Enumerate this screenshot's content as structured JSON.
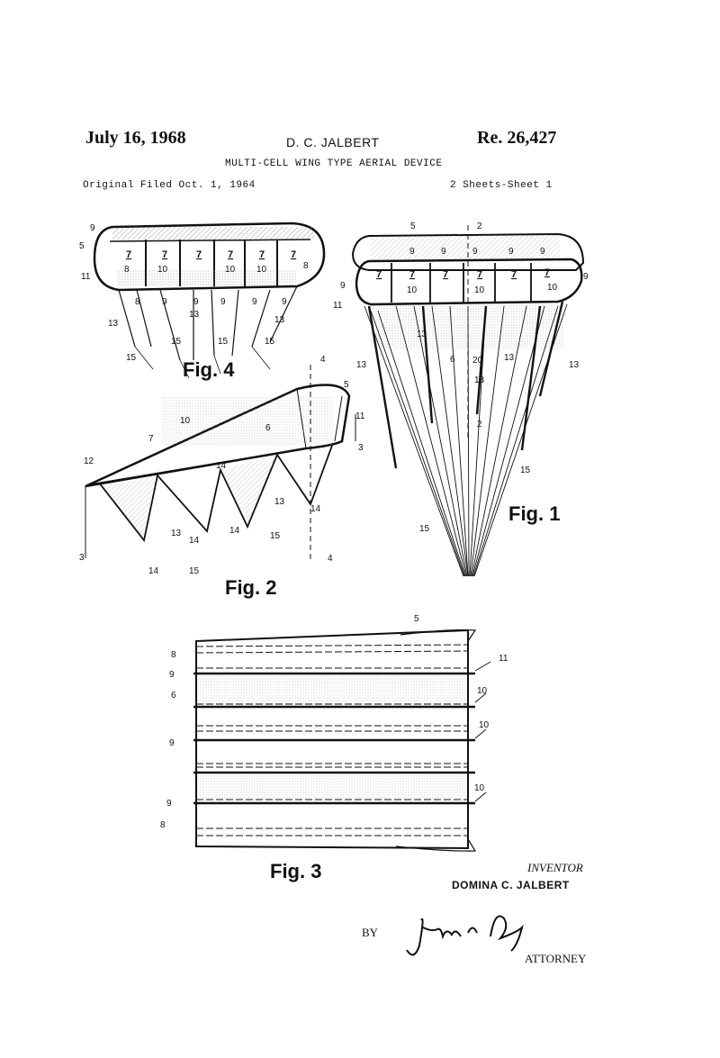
{
  "header": {
    "date": "July 16, 1968",
    "inventor_short": "D. C. JALBERT",
    "patent_no": "Re. 26,427",
    "title": "MULTI-CELL WING TYPE AERIAL DEVICE",
    "filed": "Original Filed Oct. 1, 1964",
    "sheets": "2 Sheets-Sheet 1"
  },
  "figures": {
    "fig1": "Fig. 1",
    "fig2": "Fig. 2",
    "fig3": "Fig. 3",
    "fig4": "Fig. 4"
  },
  "signature_block": {
    "inventor_label": "INVENTOR",
    "inventor_name": "DOMINA C. JALBERT",
    "by_label": "BY",
    "attorney_label": "ATTORNEY"
  },
  "refs": {
    "r2": "2",
    "r3": "3",
    "r4": "4",
    "r5": "5",
    "r6": "6",
    "r7": "7",
    "r8": "8",
    "r9": "9",
    "r10": "10",
    "r11": "11",
    "r12": "12",
    "r13": "13",
    "r14": "14",
    "r15": "15",
    "r20": "20"
  }
}
